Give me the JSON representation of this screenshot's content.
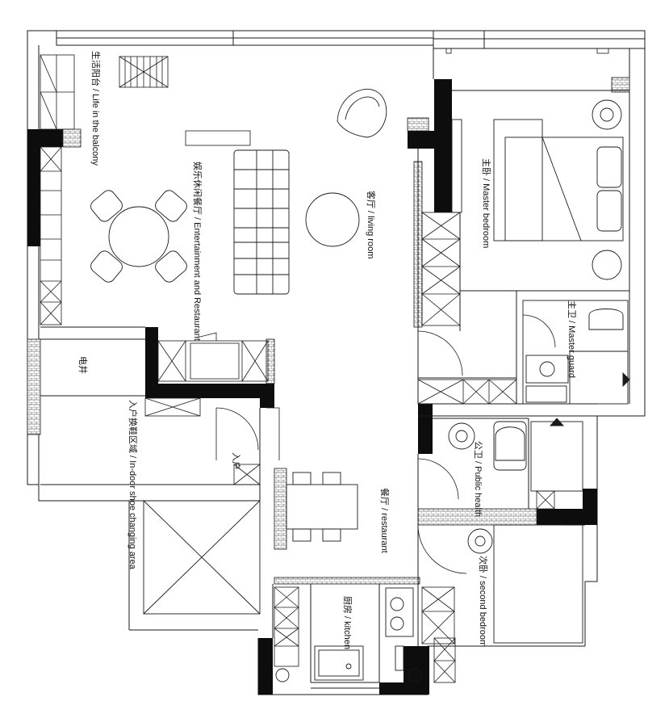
{
  "rooms": {
    "balcony": "生活阳台 / Life in the balcony",
    "entertainment": "娱乐休闲餐厅 / Entertainment and Restaurant",
    "living": "客厅 / living room",
    "master_bedroom": "主卧 / Master bedroom",
    "master_guard": "主卫 / Master guard",
    "public_health": "公卫 / Public health",
    "electric_well": "电井",
    "entry": "入户",
    "shoe_area": "入户换鞋区域 / In-door shoe changing area",
    "restaurant": "餐厅 / restaurant",
    "kitchen": "厨房 / kitchen",
    "second_bedroom": "次卧 / second bedroom"
  },
  "colors": {
    "line": "#1a1a1a",
    "wall": "#0d0d0d",
    "brick": "#9a9a9a",
    "paper": "#ffffff"
  }
}
